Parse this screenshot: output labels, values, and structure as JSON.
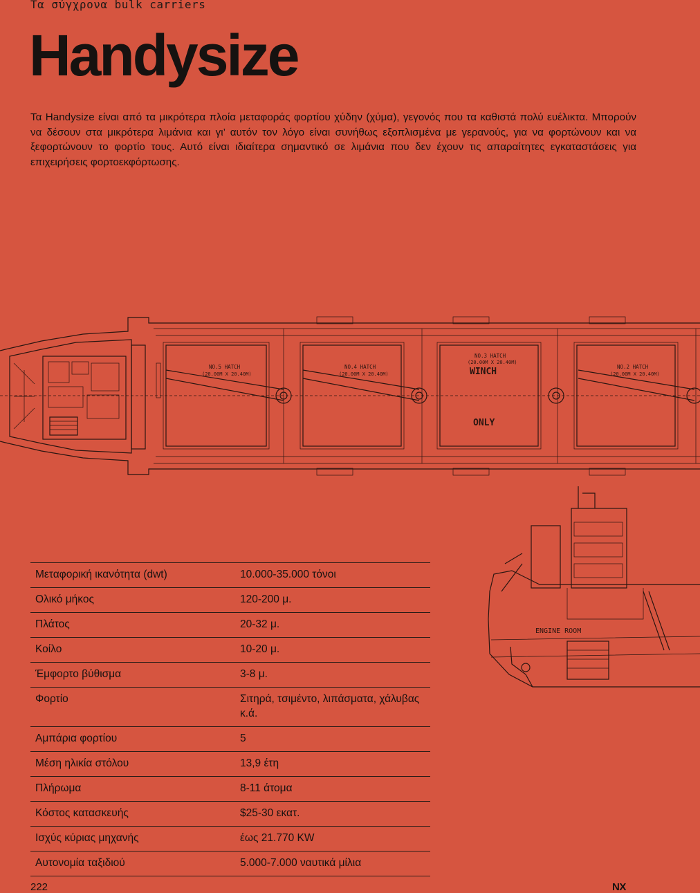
{
  "header": {
    "kicker": "Τα σύγχρονα bulk carriers"
  },
  "title": "Handysize",
  "intro": "Τα Handysize είναι από τα μικρότερα πλοία μεταφοράς φορτίου χύδην (χύμα), γεγονός που τα καθιστά πολύ ευέλικτα. Μπορούν να δέσουν στα μικρότερα λιμάνια και γι’ αυτόν τον λόγο είναι συνήθως εξοπλισμένα με γερανούς, για να φορτώνουν και να ξεφορτώνουν το φορτίο τους. Αυτό είναι ιδιαίτερα σημαντικό σε λιμάνια που δεν έχουν τις απαραίτητες εγκαταστάσεις για επιχειρήσεις φορτοεκφόρτωσης.",
  "drawing": {
    "hatch5": "NO.5 HATCH",
    "hatch5_size": "(20.00M X 20.40M)",
    "hatch4": "NO.4 HATCH",
    "hatch4_size": "(20.00M X 20.40M)",
    "hatch3": "NO.3 HATCH",
    "hatch3_size": "(20.00M X 20.40M)",
    "hatch3_note1": "WINCH",
    "hatch3_note2": "ONLY",
    "hatch2": "NO.2 HATCH",
    "hatch2_size": "(20.00M X 20.40M)",
    "engine_room": "ENGINE ROOM"
  },
  "specs": [
    {
      "label": "Μεταφορική ικανότητα (dwt)",
      "value": " 10.000-35.000 τόνοι"
    },
    {
      "label": "Ολικό μήκος",
      "value": "120-200 μ."
    },
    {
      "label": "Πλάτος",
      "value": "20-32 μ."
    },
    {
      "label": "Κοίλο",
      "value": "10-20 μ."
    },
    {
      "label": "Έμφορτο βύθισμα",
      "value": "3-8 μ."
    },
    {
      "label": "Φορτίο",
      "value": "Σιτηρά, τσιμέντο, λιπάσματα, χάλυβας κ.ά."
    },
    {
      "label": "Αμπάρια φορτίου",
      "value": "5"
    },
    {
      "label": "Μέση ηλικία στόλου",
      "value": "13,9 έτη"
    },
    {
      "label": "Πλήρωμα",
      "value": "8-11 άτομα"
    },
    {
      "label": "Κόστος κατασκευής",
      "value": "$25-30 εκατ."
    },
    {
      "label": "Ισχύς κύριας μηχανής",
      "value": "έως 21.770 KW"
    },
    {
      "label": "Αυτονομία ταξιδιού",
      "value": "5.000-7.000 ναυτικά μίλια"
    }
  ],
  "footer": {
    "page_number": "222",
    "brand": "NX"
  },
  "colors": {
    "background": "#d65540",
    "ink": "#161210"
  }
}
